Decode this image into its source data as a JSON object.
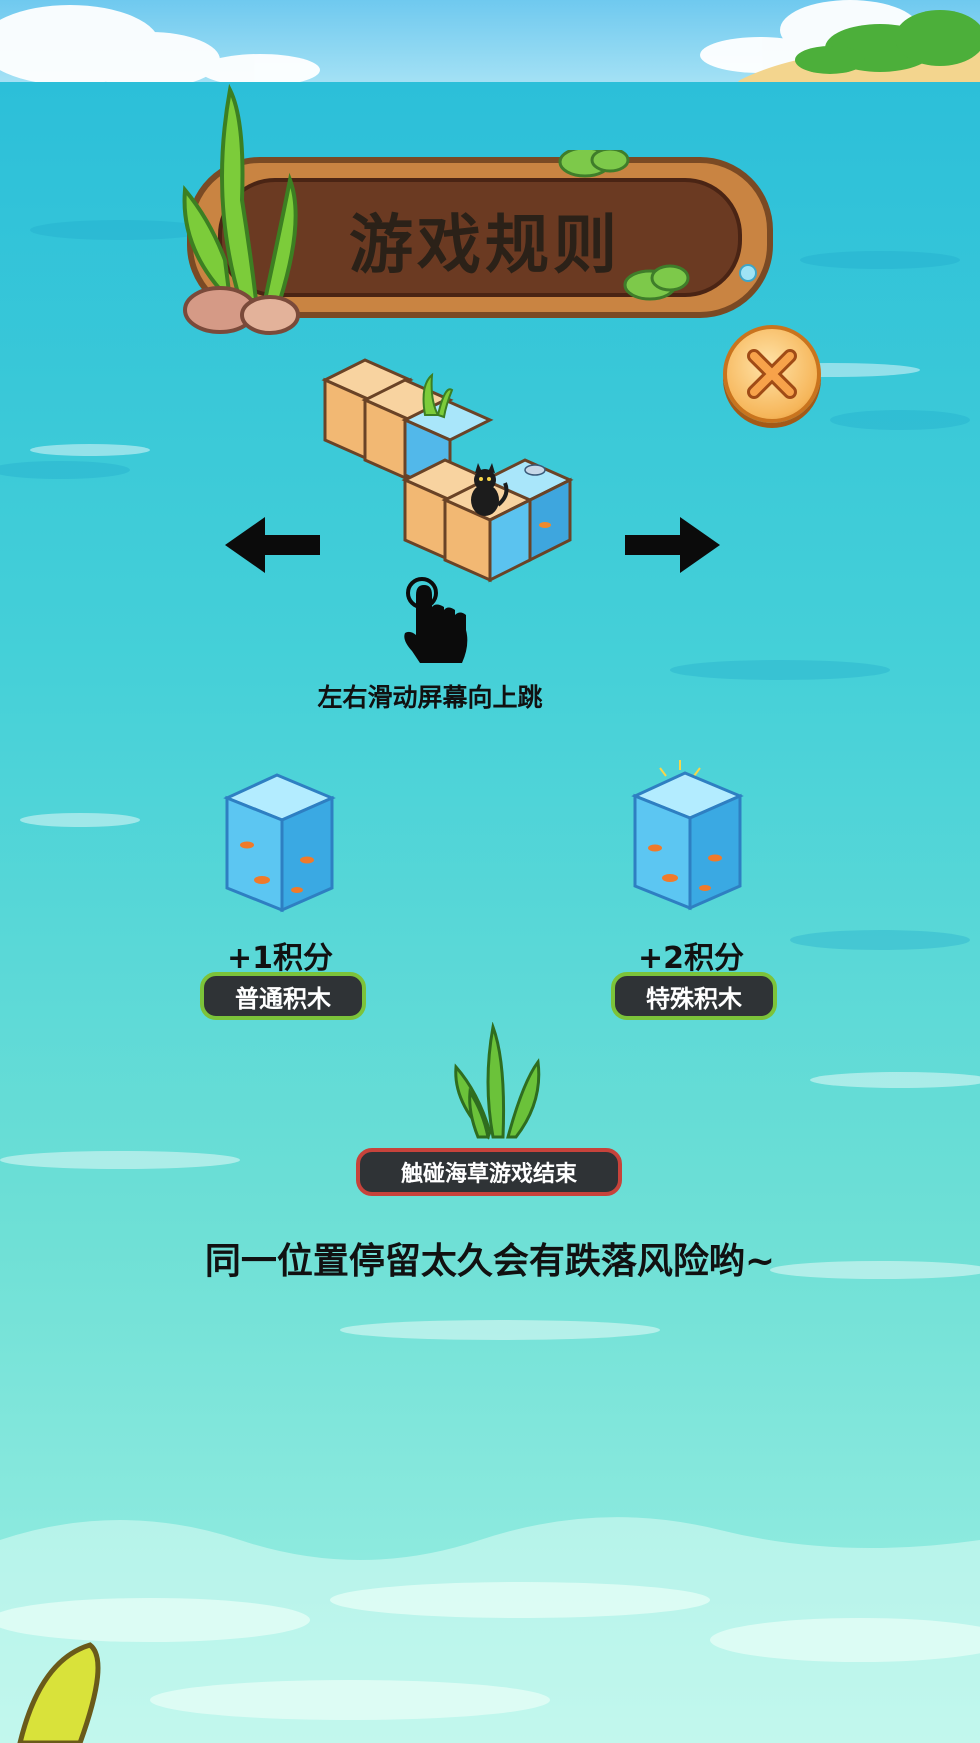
{
  "title": "游戏规则",
  "swipe_caption": "左右滑动屏幕向上跳",
  "blocks": [
    {
      "score": "+1积分",
      "label": "普通积木"
    },
    {
      "score": "+2积分",
      "label": "特殊积木"
    }
  ],
  "seaweed_warning": "触碰海草游戏结束",
  "fall_warning": "同一位置停留太久会有跌落风险哟~",
  "colors": {
    "sky": "#7fd3f0",
    "sea_top": "#3fc7d8",
    "sea_bottom": "#8fe8df",
    "wood": "#c47a3a",
    "board_inner": "#6b3a22"
  },
  "icons": {
    "close": "close-icon",
    "left": "arrow-left-icon",
    "right": "arrow-right-icon",
    "tap": "tap-hand-icon"
  }
}
